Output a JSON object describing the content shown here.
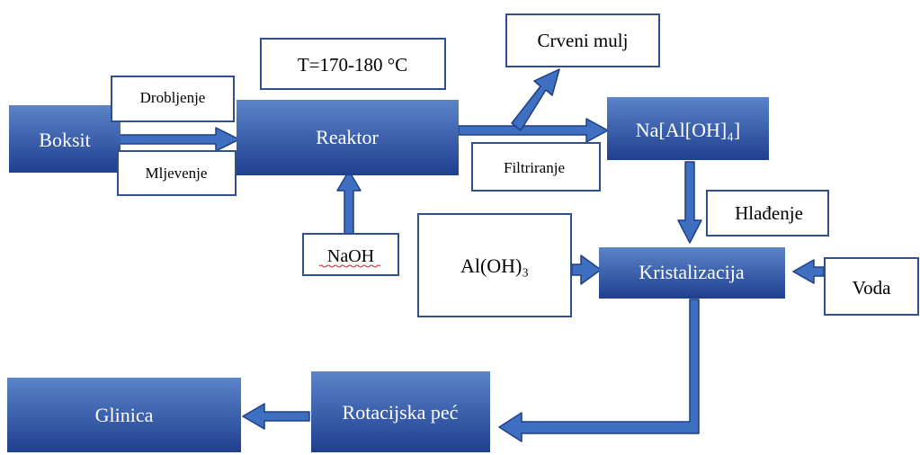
{
  "colors": {
    "process_top": "#5b84c9",
    "process_bottom": "#1f3f8f",
    "arrow_fill": "#3f6fc0",
    "arrow_edge": "#1e3f86",
    "label_border": "#2f4f8f",
    "process_text": "#ffffff",
    "label_text": "#000000",
    "spell_underline": "#d02020"
  },
  "process_steps": {
    "boksit": "Boksit",
    "reaktor": "Reaktor",
    "na_al_oh4": "Na[Al[OH]₄]",
    "kristalizacija": "Kristalizacija",
    "rotacijska_pec": "Rotacijska peć",
    "glinica": "Glinica"
  },
  "labels": {
    "drobljenje": "Drobljenje",
    "mljevenje": "Mljevenje",
    "temperature": "T=170-180 °C",
    "crveni_mulj": "Crveni mulj",
    "filtriranje": "Filtriranje",
    "naoh": "NaOH",
    "hladjenje": "Hlađenje",
    "al_oh3": "Al(OH)₃",
    "voda": "Voda"
  }
}
